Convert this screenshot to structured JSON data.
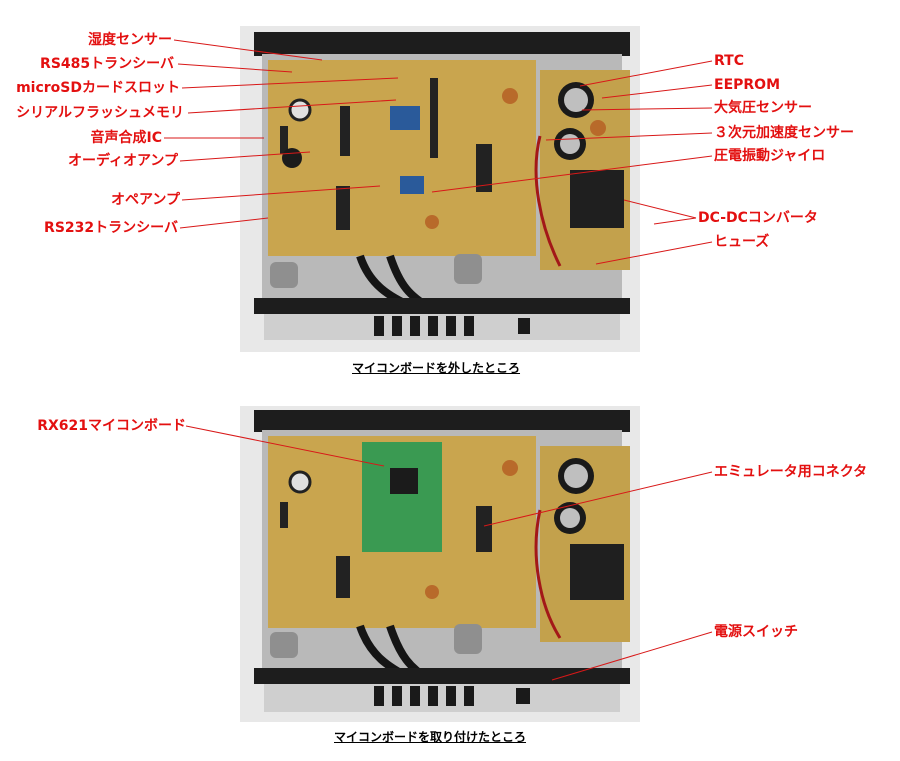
{
  "top_photo": {
    "caption": "マイコンボードを外したところ",
    "labels_left": [
      "湿度センサー",
      "RS485トランシーバ",
      "microSDカードスロット",
      "シリアルフラッシュメモリ",
      "音声合成IC",
      "オーディオアンプ",
      "オペアンプ",
      "RS232トランシーバ"
    ],
    "labels_right": [
      "RTC",
      "EEPROM",
      "大気圧センサー",
      "３次元加速度センサー",
      "圧電振動ジャイロ",
      "DC-DCコンバータ",
      "ヒューズ"
    ]
  },
  "bottom_photo": {
    "caption": "マイコンボードを取り付けたところ",
    "labels_left": [
      "RX621マイコンボード"
    ],
    "labels_right": [
      "エミュレータ用コネクタ",
      "電源スイッチ"
    ]
  },
  "colors": {
    "label": "#e31010",
    "board": "#c8a24a",
    "mcu_board": "#2f9a4a"
  }
}
